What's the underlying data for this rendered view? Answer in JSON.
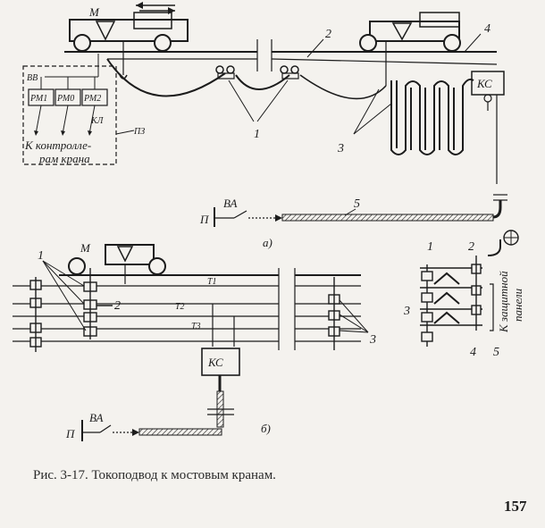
{
  "figure": {
    "caption": "Рис. 3-17. Токоподвод к мостовым кранам.",
    "page_number": "157"
  },
  "diagram_a": {
    "sublabel": "а)",
    "labels": {
      "M": "М",
      "VV": "ВВ",
      "RM1": "РМ1",
      "RM0": "РМ0",
      "RM2": "РМ2",
      "KL": "КЛ",
      "PZ": "ПЗ",
      "controllers_line1": "К контролле-",
      "controllers_line2": "рам крана",
      "KS": "КС",
      "P": "П",
      "VA": "ВА",
      "n1": "1",
      "n2": "2",
      "n3": "3",
      "n4": "4",
      "n5": "5"
    }
  },
  "diagram_b": {
    "sublabel": "б)",
    "labels": {
      "M": "М",
      "T1": "Т1",
      "T2": "Т2",
      "T3": "Т3",
      "KS": "КС",
      "P": "П",
      "VA": "ВА",
      "n1": "1",
      "n2": "2",
      "n3": "3"
    }
  },
  "detail": {
    "labels": {
      "n1": "1",
      "n2": "2",
      "n3": "3",
      "n4": "4",
      "n5": "5",
      "protect_line1": "К защитной",
      "protect_line2": "панели"
    }
  }
}
